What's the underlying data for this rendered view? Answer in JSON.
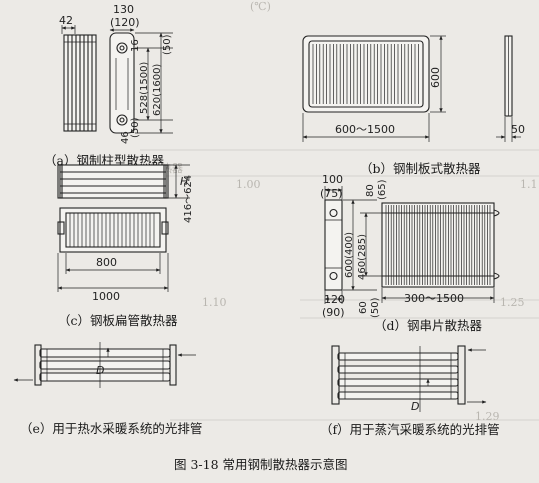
{
  "figure": {
    "caption": "图 3-18   常用钢制散热器示意图"
  },
  "panels": {
    "a": {
      "caption": "（a）钢制柱型散热器",
      "dims": [
        "42",
        "130",
        "(120)",
        "16",
        "(50)",
        "528(1500)",
        "620(1600)",
        "46",
        "(50)"
      ]
    },
    "b": {
      "caption": "（b）钢制板式散热器",
      "dims": [
        "600",
        "600～1500",
        "50"
      ]
    },
    "c": {
      "caption": "（c）钢板扁管散热器",
      "dims": [
        "H",
        "416～624",
        "800",
        "1000"
      ]
    },
    "d": {
      "caption": "（d）钢串片散热器",
      "dims": [
        "100",
        "(75)",
        "80",
        "(65)",
        "600(400)",
        "460(285)",
        "120",
        "(90)",
        "60",
        "(50)",
        "300～1500"
      ]
    },
    "e": {
      "caption": "（e）用于热水采暖系统的光排管",
      "dims": [
        "D"
      ]
    },
    "f": {
      "caption": "（f）用于蒸汽采暖系统的光排管",
      "dims": [
        "D"
      ]
    }
  },
  "background_text": [
    "散热器",
    "(℃)",
    "1.00",
    "1.10",
    "1.25",
    "1.29",
    "1.1"
  ]
}
